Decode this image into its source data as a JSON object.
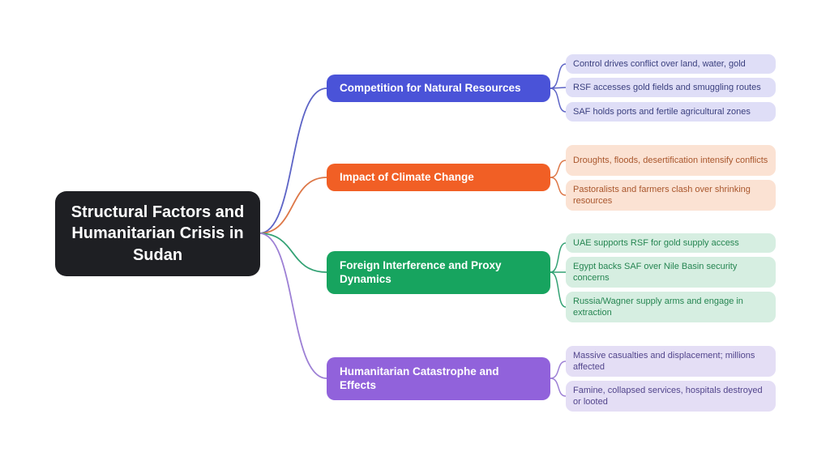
{
  "root": {
    "label": "Structural Factors and Humanitarian Crisis in Sudan",
    "bg_color": "#1e1f23",
    "text_color": "#ffffff"
  },
  "branches": [
    {
      "label": "Competition for Natural Resources",
      "node_color": "#4a53d8",
      "leaf_bg": "#dfdef7",
      "leaf_text_color": "#3a3f7e",
      "connector_color": "#5d64c6",
      "leaves": [
        "Control drives conflict over land, water, gold",
        "RSF accesses gold fields and smuggling routes",
        "SAF holds ports and fertile agricultural zones"
      ]
    },
    {
      "label": "Impact of Climate Change",
      "node_color": "#f15f25",
      "leaf_bg": "#fbe2d3",
      "leaf_text_color": "#a9562c",
      "connector_color": "#dd7747",
      "leaves": [
        "Droughts, floods, desertification intensify conflicts",
        "Pastoralists and farmers clash over shrinking resources"
      ]
    },
    {
      "label": "Foreign Interference and Proxy Dynamics",
      "node_color": "#17a45f",
      "leaf_bg": "#d6eee1",
      "leaf_text_color": "#258551",
      "connector_color": "#33a274",
      "leaves": [
        "UAE supports RSF for gold supply access",
        "Egypt backs SAF over Nile Basin security concerns",
        "Russia/Wagner supply arms and engage in extraction"
      ]
    },
    {
      "label": "Humanitarian Catastrophe and Effects",
      "node_color": "#9162db",
      "leaf_bg": "#e4def5",
      "leaf_text_color": "#52458c",
      "connector_color": "#9d80d5",
      "leaves": [
        "Massive casualties and displacement; millions affected",
        "Famine, collapsed services, hospitals destroyed or looted"
      ]
    }
  ]
}
